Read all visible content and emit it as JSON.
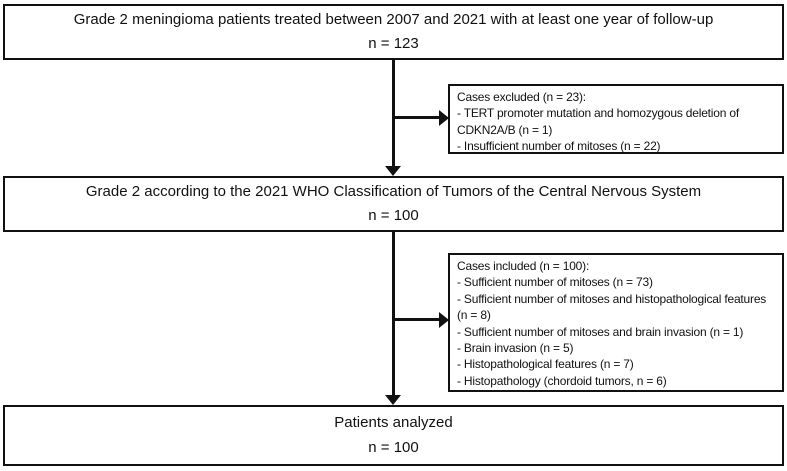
{
  "figure": {
    "type": "patient-flow-diagram",
    "colors": {
      "background": "#ffffff",
      "box_border": "#111111",
      "text": "#111111",
      "arrow": "#111111"
    }
  },
  "flowchart": {
    "top_box": {
      "title": "Grade 2 meningioma patients treated between 2007 and 2021 with at least one year of follow-up",
      "count": "n = 123"
    },
    "excluded_box": {
      "lines": [
        "Cases excluded (n = 23):",
        "- TERT promoter mutation and homozygous deletion of",
        "CDKN2A/B (n = 1)",
        "- Insufficient number of mitoses (n = 22)"
      ]
    },
    "who_box": {
      "title": "Grade 2 according to the 2021 WHO Classification of Tumors of the Central Nervous System",
      "count": "n = 100"
    },
    "included_box": {
      "lines": [
        "Cases included (n = 100):",
        "- Sufficient number of mitoses (n = 73)",
        "- Sufficient number of mitoses and histopathological features",
        "(n = 8)",
        "- Sufficient number of mitoses and brain invasion (n = 1)",
        "- Brain invasion (n = 5)",
        "- Histopathological features (n = 7)",
        "- Histopathology (chordoid tumors, n = 6)"
      ]
    },
    "analyzed_box": {
      "title": "Patients analyzed",
      "count": "n = 100"
    }
  }
}
